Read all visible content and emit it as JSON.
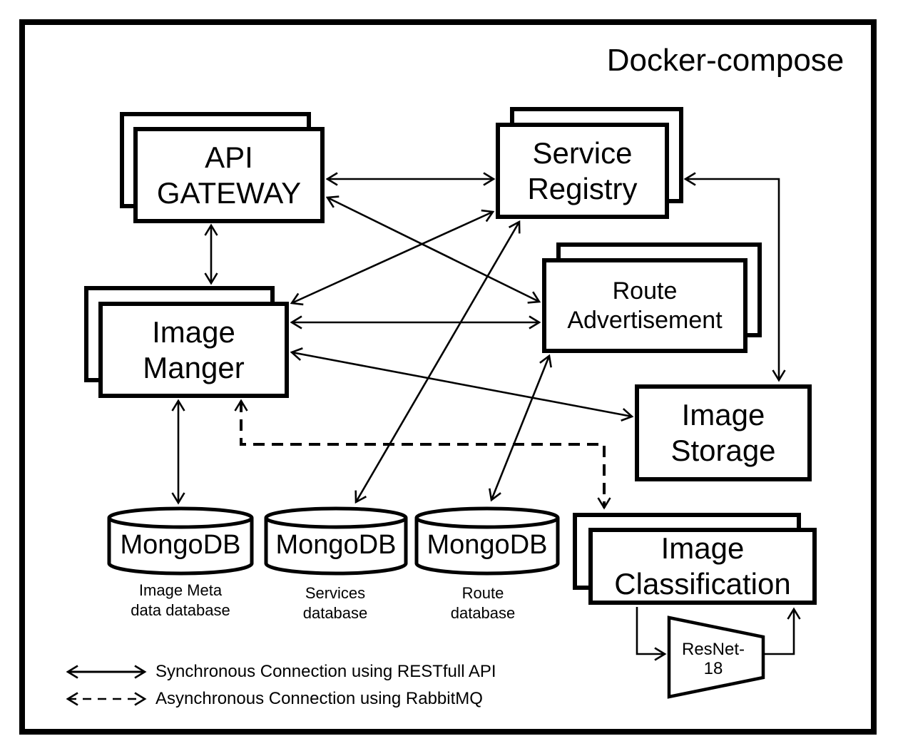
{
  "title": "Docker-compose",
  "nodes": {
    "api_gateway": {
      "label": "API\nGATEWAY",
      "replicated": true
    },
    "service_registry": {
      "label": "Service\nRegistry",
      "replicated": true
    },
    "image_manger": {
      "label": "Image\nManger",
      "replicated": true
    },
    "route_advertisement": {
      "label": "Route\nAdvertisement",
      "replicated": true
    },
    "image_storage": {
      "label": "Image\nStorage",
      "replicated": false
    },
    "image_classification": {
      "label": "Image\nClassification",
      "replicated": true
    }
  },
  "databases": [
    {
      "label": "MongoDB",
      "caption": "Image Meta\ndata database"
    },
    {
      "label": "MongoDB",
      "caption": "Services\ndatabase"
    },
    {
      "label": "MongoDB",
      "caption": "Route\ndatabase"
    }
  ],
  "model": {
    "label": "ResNet-\n18"
  },
  "connections": [
    {
      "from": "API GATEWAY",
      "to": "Service Registry",
      "type": "synchronous",
      "bidirectional": true
    },
    {
      "from": "API GATEWAY",
      "to": "Image Manger",
      "type": "synchronous",
      "bidirectional": true
    },
    {
      "from": "API GATEWAY",
      "to": "Route Advertisement",
      "type": "synchronous",
      "bidirectional": true
    },
    {
      "from": "Image Manger",
      "to": "Service Registry",
      "type": "synchronous",
      "bidirectional": true
    },
    {
      "from": "Image Manger",
      "to": "Route Advertisement",
      "type": "synchronous",
      "bidirectional": true
    },
    {
      "from": "Image Manger",
      "to": "Image Storage",
      "type": "synchronous",
      "bidirectional": true
    },
    {
      "from": "Image Manger",
      "to": "MongoDB Image Meta data database",
      "type": "synchronous",
      "bidirectional": true
    },
    {
      "from": "Service Registry",
      "to": "Image Storage",
      "type": "synchronous",
      "bidirectional": true
    },
    {
      "from": "Service Registry",
      "to": "MongoDB Services database",
      "type": "synchronous",
      "bidirectional": true
    },
    {
      "from": "Route Advertisement",
      "to": "MongoDB Route database",
      "type": "synchronous",
      "bidirectional": true
    },
    {
      "from": "Image Manger",
      "to": "Image Classification",
      "type": "asynchronous",
      "bidirectional": true
    },
    {
      "from": "Image Classification",
      "to": "ResNet-18",
      "type": "internal",
      "bidirectional": false
    },
    {
      "from": "ResNet-18",
      "to": "Image Classification",
      "type": "internal",
      "bidirectional": false
    }
  ],
  "legend": [
    {
      "style": "solid",
      "label": "Synchronous Connection using RESTfull API"
    },
    {
      "style": "dashed",
      "label": "Asynchronous Connection using RabbitMQ"
    }
  ],
  "colors": {
    "ink": "#000000",
    "background": "#ffffff"
  }
}
